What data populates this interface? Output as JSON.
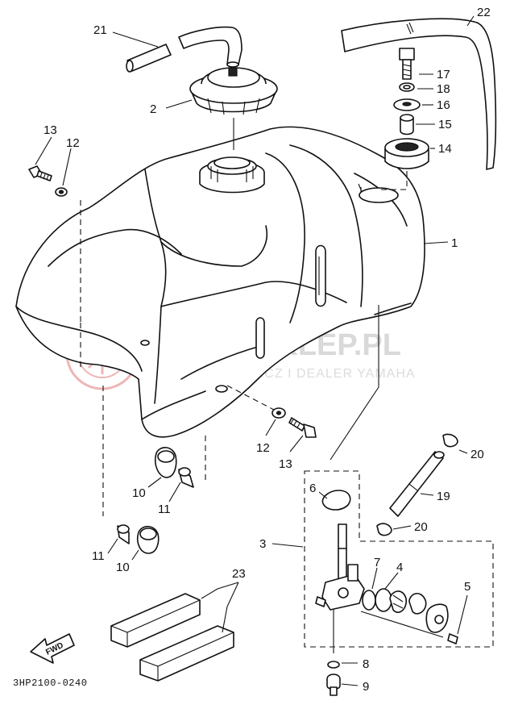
{
  "diagram": {
    "watermark": {
      "line1": "YAMA-SKLEP.PL",
      "line2": "WOJCIECHOWICZ I DEALER YAMAHA",
      "colors": {
        "logo": "#e8a0a0",
        "text": "#d9d9d9"
      }
    },
    "part_code": "3HP2100-0240",
    "fwd_label": "FWD",
    "callouts": [
      {
        "id": "c21",
        "label": "21"
      },
      {
        "id": "c22",
        "label": "22"
      },
      {
        "id": "c2",
        "label": "2"
      },
      {
        "id": "c17",
        "label": "17"
      },
      {
        "id": "c18",
        "label": "18"
      },
      {
        "id": "c16",
        "label": "16"
      },
      {
        "id": "c15",
        "label": "15"
      },
      {
        "id": "c14",
        "label": "14"
      },
      {
        "id": "c13a",
        "label": "13"
      },
      {
        "id": "c12a",
        "label": "12"
      },
      {
        "id": "c1",
        "label": "1"
      },
      {
        "id": "c12b",
        "label": "12"
      },
      {
        "id": "c13b",
        "label": "13"
      },
      {
        "id": "c10a",
        "label": "10"
      },
      {
        "id": "c11a",
        "label": "11"
      },
      {
        "id": "c6",
        "label": "6"
      },
      {
        "id": "c20a",
        "label": "20"
      },
      {
        "id": "c19",
        "label": "19"
      },
      {
        "id": "c20b",
        "label": "20"
      },
      {
        "id": "c3",
        "label": "3"
      },
      {
        "id": "c11b",
        "label": "11"
      },
      {
        "id": "c10b",
        "label": "10"
      },
      {
        "id": "c7",
        "label": "7"
      },
      {
        "id": "c4",
        "label": "4"
      },
      {
        "id": "c5",
        "label": "5"
      },
      {
        "id": "c23",
        "label": "23"
      },
      {
        "id": "c8",
        "label": "8"
      },
      {
        "id": "c9",
        "label": "9"
      }
    ]
  }
}
